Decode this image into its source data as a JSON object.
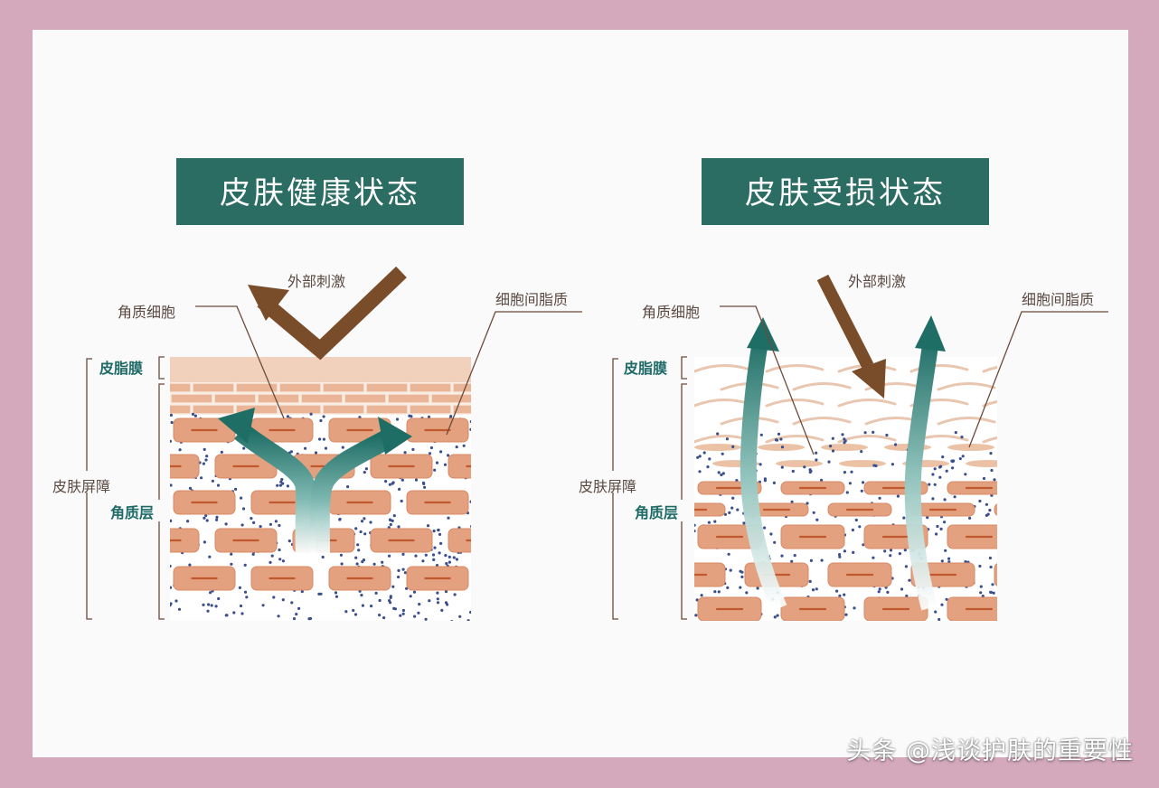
{
  "colors": {
    "frame": "#d3a9bb",
    "canvas": "#fafafb",
    "title_bg": "#2b6c63",
    "title_text": "#ffffff",
    "label_text": "#5b4a42",
    "label_teal": "#1e6a66",
    "brown_arrow": "#7a4d2a",
    "teal_arrow": "#2b7a72",
    "cell_fill": "#e3a17f",
    "cell_core": "#c2582e",
    "lipid_dots": "#3a4f8c",
    "sebum": "#f1d1bb"
  },
  "panels": [
    {
      "id": "healthy",
      "title": "皮肤健康状态",
      "labels": {
        "external": "外部刺激",
        "corneocyte": "角质细胞",
        "intercellular_lipid": "细胞间脂质",
        "sebum_film": "皮脂膜",
        "skin_barrier": "皮肤屏障",
        "stratum_corneum": "角质层"
      }
    },
    {
      "id": "damaged",
      "title": "皮肤受损状态",
      "labels": {
        "external": "外部刺激",
        "corneocyte": "角质细胞",
        "intercellular_lipid": "细胞间脂质",
        "sebum_film": "皮脂膜",
        "skin_barrier": "皮肤屏障",
        "stratum_corneum": "角质层"
      }
    }
  ],
  "watermark": "头条 @浅谈护肤的重要性"
}
